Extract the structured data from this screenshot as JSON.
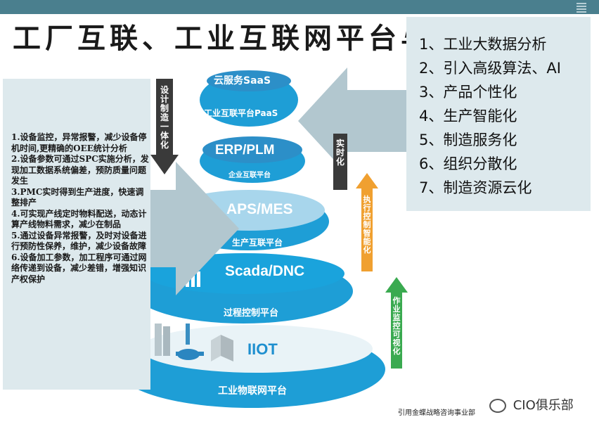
{
  "slide": {
    "title": "工厂互联、工业互联网平台与智能制造",
    "source_note": "引用金蝶战略咨询事业部",
    "brand": "CIO俱乐部"
  },
  "colors": {
    "accent": "#2a8fc7",
    "panel": "#dde9ed",
    "topbar": "#4a7f8e",
    "orange_arrow": "#f0a030",
    "green_arrow": "#3aaa50",
    "dark_arrow": "#3a3a3a"
  },
  "layers": [
    {
      "top_label": "云服务SaaS",
      "band_label": "工业互联平台PaaS"
    },
    {
      "top_label": "ERP/PLM",
      "band_label": "企业互联平台"
    },
    {
      "top_label": "APS/MES",
      "band_label": "生产互联平台"
    },
    {
      "top_label": "Scada/DNC",
      "band_label": "过程控制平台"
    },
    {
      "top_label": "IIOT",
      "band_label": "工业物联网平台"
    }
  ],
  "arrows": {
    "design_manufacture": "设计制造一体化",
    "realtime": "实时化",
    "execution_control": "执行控制智能化",
    "operation_monitor": "作业监控可视化"
  },
  "left_items": [
    "1.设备监控，异常报警，减少设备停机时间,更精确的OEE统计分析",
    "2.设备参数可通过SPC实施分析，发现加工数据系统偏差，预防质量问题发生",
    "3.PMC实时得到生产进度，快速调整排产",
    "4.可实现产线定时物料配送，动态计算产线物料需求，减少在制品",
    "5.通过设备异常报警，及时对设备进行预防性保养，维护，减少设备故障",
    "6.设备加工参数，加工程序可通过网络传递到设备，减少差错，增强知识产权保护"
  ],
  "right_items": [
    "1、工业大数据分析",
    "2、引入高级算法、AI",
    "3、产品个性化",
    "4、生产智能化",
    "5、制造服务化",
    "6、组织分散化",
    "7、制造资源云化"
  ]
}
